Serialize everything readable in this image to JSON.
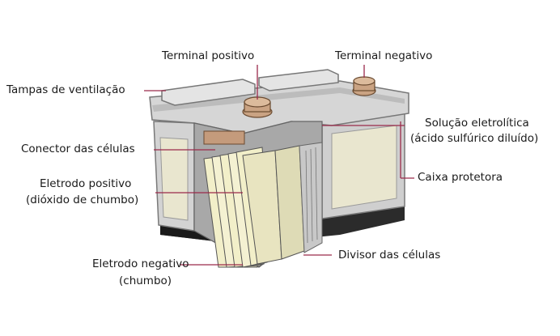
{
  "labels": {
    "terminal_positivo": "Terminal positivo",
    "terminal_negativo": "Terminal negativo",
    "tampas_ventilacao": "Tampas de ventilação",
    "solucao_line1": "Solução eletrolítica",
    "solucao_line2": "(ácido sulfúrico diluído)",
    "conector_celulas": "Conector das células",
    "caixa_protetora": "Caixa protetora",
    "eletrodo_positivo_line1": "Eletrodo positivo",
    "eletrodo_positivo_line2": "(dióxido de chumbo)",
    "eletrodo_negativo_line1": "Eletrodo negativo",
    "eletrodo_negativo_line2": "(chumbo)",
    "divisor_celulas": "Divisor das células"
  },
  "colors": {
    "leader_line": "#9b2a4a",
    "case_light": "#d9d9d9",
    "case_mid": "#bdbdbd",
    "case_dark": "#8a8a8a",
    "base_dark": "#2b2b2b",
    "plate_cream": "#f2efc9",
    "terminal_copper": "#caa383"
  }
}
